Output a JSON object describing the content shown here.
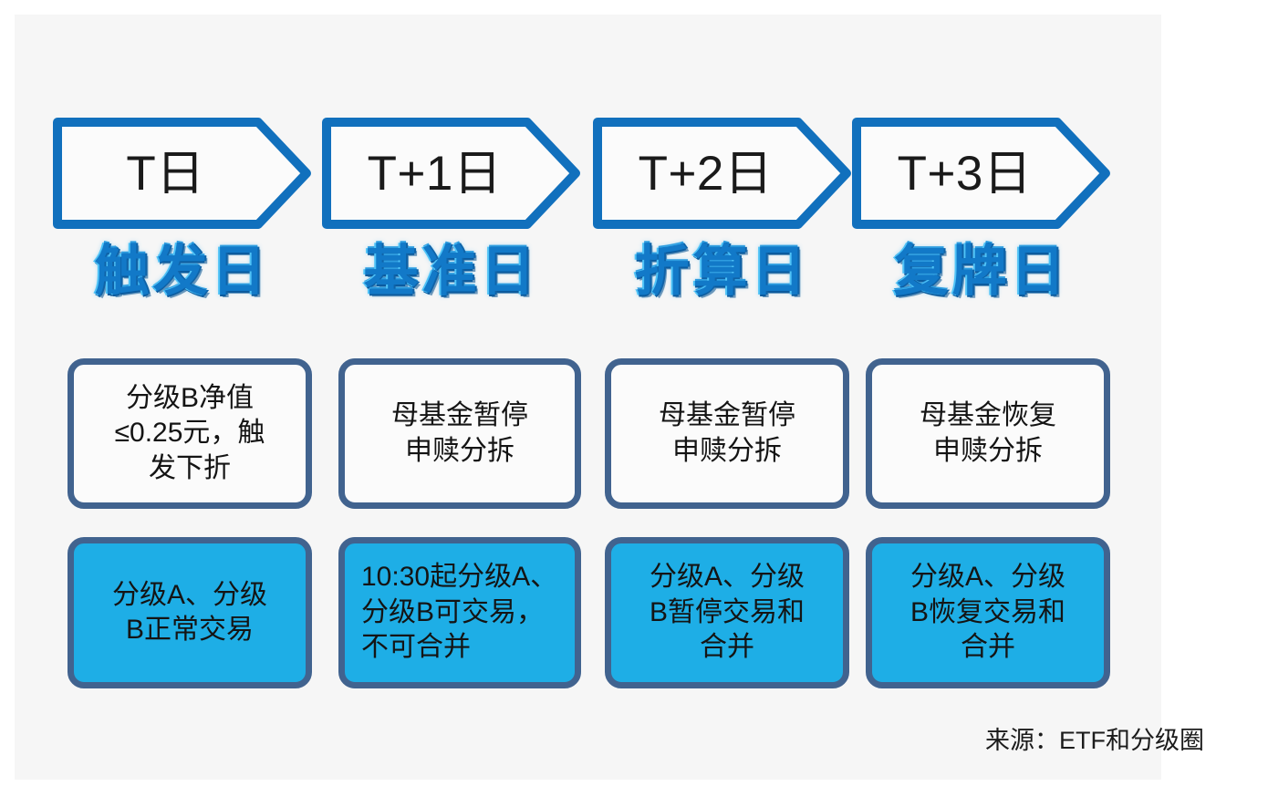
{
  "colors": {
    "background": "#ffffff",
    "slide_background": "#f6f6f6",
    "chevron_stroke": "#1170bd",
    "chevron_fill": "#fbfbfb",
    "card_border": "#41638f",
    "card_white_fill": "#fbfbfb",
    "card_blue_fill": "#1eaee6",
    "dayname_color": "#1279c8",
    "text_color": "#141414"
  },
  "timeline": {
    "steps": [
      {
        "day_code": "T日",
        "day_name": "触发日",
        "white_card": "分级B净值\n≤0.25元，触\n发下折",
        "blue_card": "分级A、分级\nB正常交易"
      },
      {
        "day_code": "T+1日",
        "day_name": "基准日",
        "white_card": "母基金暂停\n申赎分拆",
        "blue_card": "10:30起分级A、\n分级B可交易，\n不可合并"
      },
      {
        "day_code": "T+2日",
        "day_name": "折算日",
        "white_card": "母基金暂停\n申赎分拆",
        "blue_card": "分级A、分级\nB暂停交易和\n合并"
      },
      {
        "day_code": "T+3日",
        "day_name": "复牌日",
        "white_card": "母基金恢复\n申赎分拆",
        "blue_card": "分级A、分级\nB恢复交易和\n合并"
      }
    ]
  },
  "footer": {
    "source": "来源：ETF和分级圈"
  }
}
